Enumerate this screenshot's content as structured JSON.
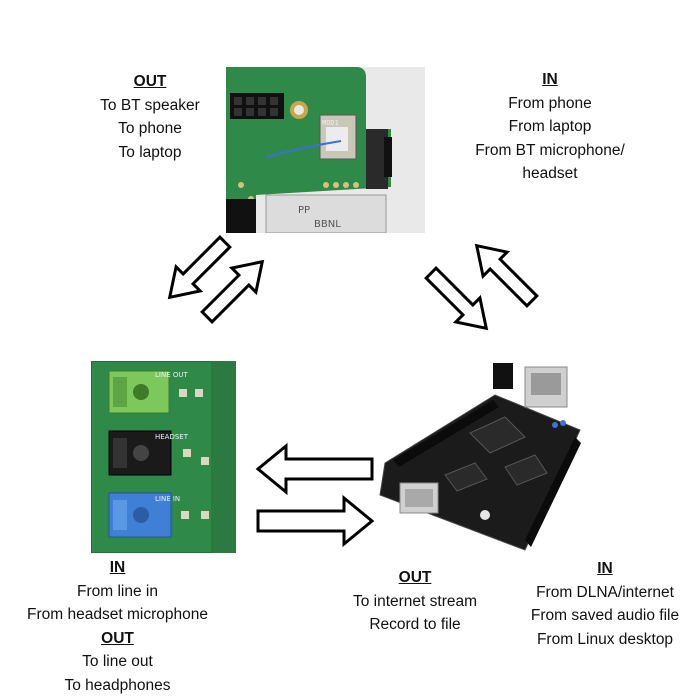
{
  "bt_module": {
    "out_header": "OUT",
    "out_items": [
      "To BT speaker",
      "To phone",
      "To laptop"
    ],
    "in_header": "IN",
    "in_items": [
      "From phone",
      "From laptop",
      "From BT microphone/",
      "headset"
    ],
    "board_marking": "MOD1",
    "chip_text": [
      "PP",
      "BBNL"
    ]
  },
  "audio_board": {
    "in_header": "IN",
    "in_items": [
      "From line in",
      "From headset microphone"
    ],
    "out_header": "OUT",
    "out_items": [
      "To line out",
      "To headphones"
    ],
    "jack_labels": [
      "LINE OUT",
      "HEADSET",
      "LINE IN"
    ]
  },
  "linux_board": {
    "out_header": "OUT",
    "out_items": [
      "To internet stream",
      "Record to file"
    ],
    "in_header": "IN",
    "in_items": [
      "From DLNA/internet",
      "From saved audio file",
      "From Linux desktop"
    ]
  },
  "colors": {
    "pcb_green": "#2f8a4a",
    "jack_green": "#7dc85a",
    "jack_blue": "#3f7fd6",
    "jack_black": "#1a1a1a",
    "linux_board_black": "#1b1b1b"
  }
}
